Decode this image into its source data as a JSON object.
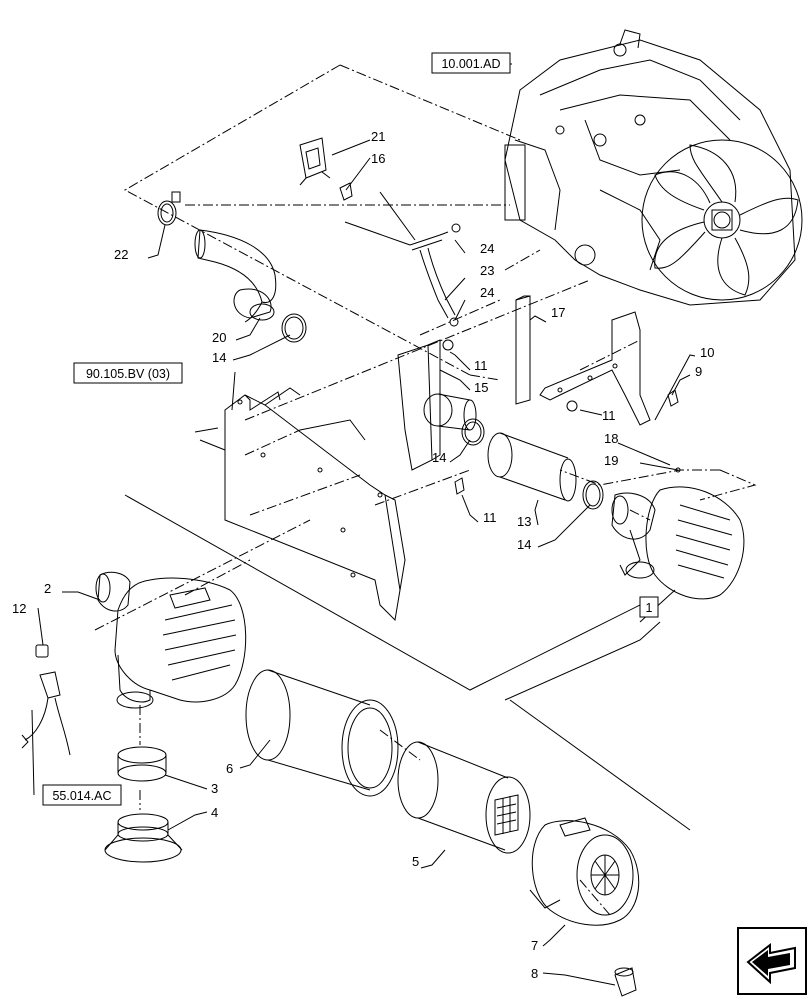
{
  "references": {
    "engine": "10.001.AD",
    "frame": "90.105.BV (03)",
    "sensor": "55.014.AC",
    "assembly": "1"
  },
  "callouts": [
    "2",
    "3",
    "4",
    "5",
    "6",
    "7",
    "8",
    "9",
    "10",
    "11",
    "11",
    "11",
    "11",
    "12",
    "13",
    "14",
    "14",
    "14",
    "15",
    "16",
    "17",
    "18",
    "19",
    "20",
    "21",
    "22",
    "23",
    "24",
    "24"
  ]
}
